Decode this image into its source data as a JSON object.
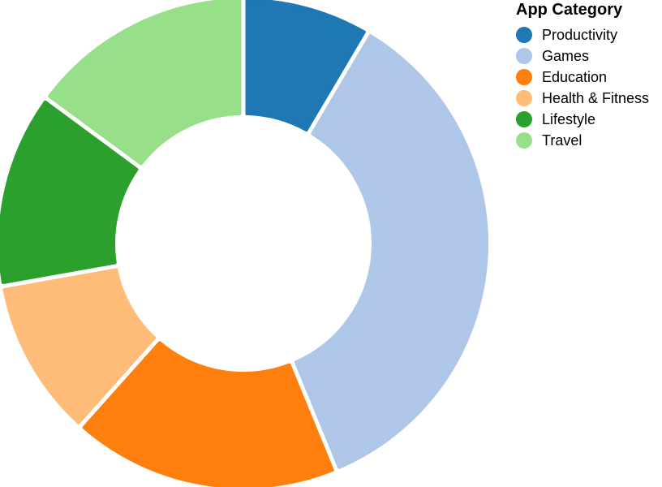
{
  "chart_data": {
    "type": "pie",
    "donut": true,
    "legend_title": "App Category",
    "legend_position": "top-right",
    "categories": [
      "Productivity",
      "Games",
      "Education",
      "Health & Fitness",
      "Lifestyle",
      "Travel"
    ],
    "values": [
      8.5,
      35.3,
      17.8,
      10.6,
      12.9,
      14.9
    ],
    "colors": [
      "#1f77b4",
      "#aec7e8",
      "#ff7f0e",
      "#ffbb78",
      "#2ca02c",
      "#98df8a"
    ]
  }
}
